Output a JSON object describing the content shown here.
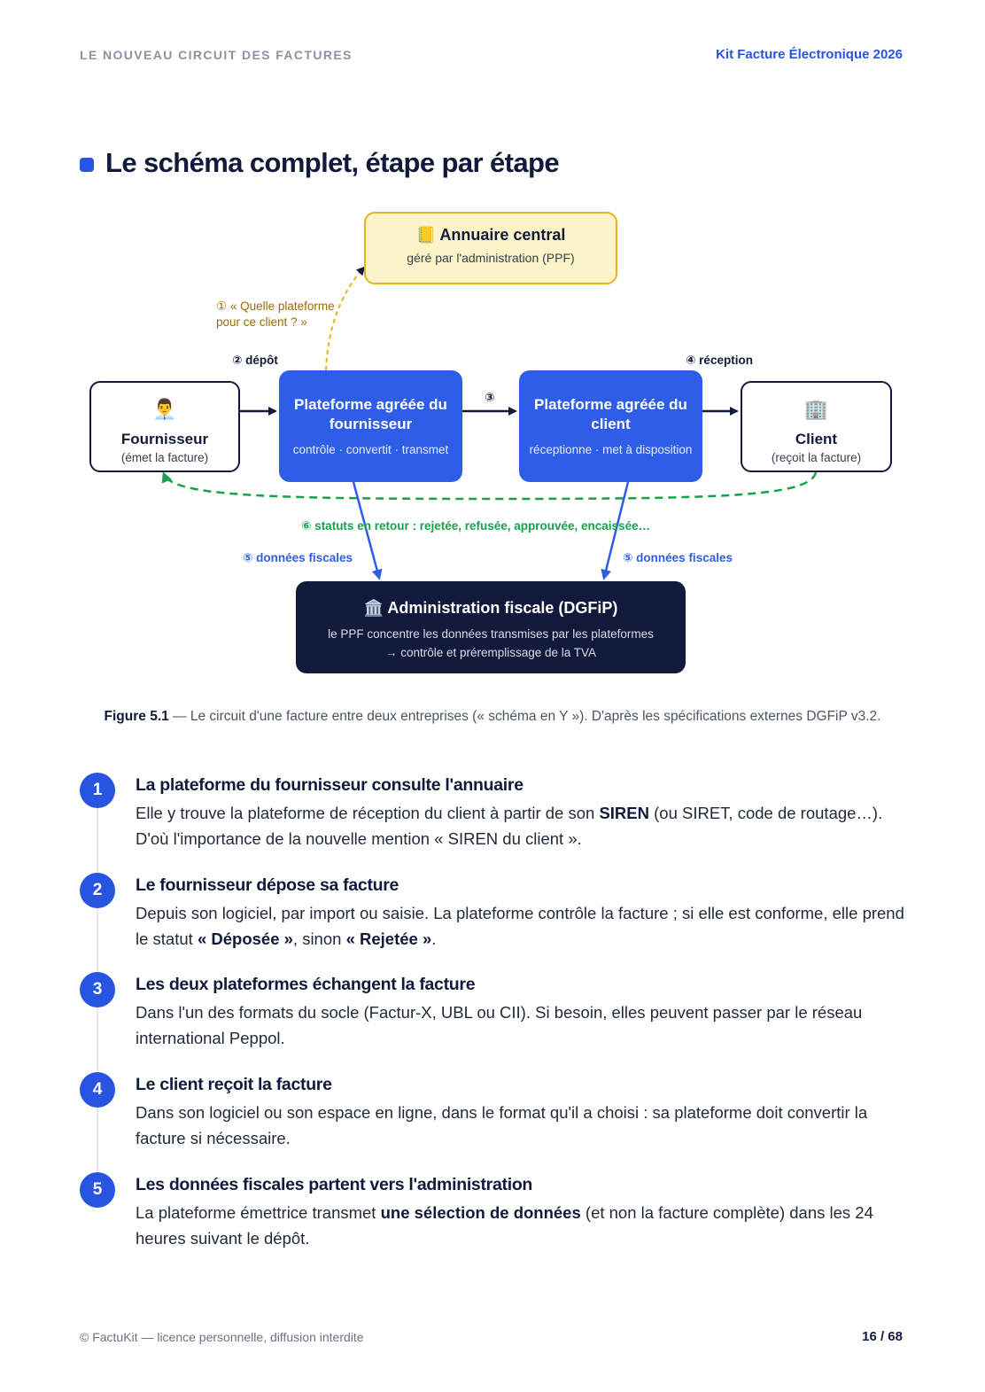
{
  "header": {
    "section": "LE NOUVEAU CIRCUIT DES FACTURES",
    "kit": "Kit Facture Électronique 2026"
  },
  "title": "Le schéma complet, étape par étape",
  "diagram": {
    "annuaire": {
      "icon": "📒",
      "title": "Annuaire central",
      "sub": "géré par l'administration (PPF)"
    },
    "fournisseur": {
      "icon": "👨‍💼",
      "title": "Fournisseur",
      "sub": "(émet la facture)"
    },
    "client": {
      "icon": "🏢",
      "title": "Client",
      "sub": "(reçoit la facture)"
    },
    "pf_fournisseur": {
      "title": "Plateforme agréée du fournisseur",
      "sub": "contrôle · convertit · transmet"
    },
    "pf_client": {
      "title": "Plateforme agréée du client",
      "sub": "réceptionne · met à disposition"
    },
    "dgfip": {
      "icon": "🏛️",
      "title": "Administration fiscale (DGFiP)",
      "sub1": "le PPF concentre les données transmises par les plateformes",
      "sub2": "→ contrôle et préremplissage de la TVA"
    },
    "label_q1": "① « Quelle plateforme",
    "label_q2": "pour ce client ? »",
    "label_depot": "② dépôt",
    "label_3": "③",
    "label_reception": "④ réception",
    "label_statuts": "⑥ statuts en retour : rejetée, refusée, approuvée, encaissée…",
    "label_fiscales_left": "⑤ données fiscales",
    "label_fiscales_right": "⑤ données fiscales",
    "colors": {
      "blue": "#2f5ee6",
      "navy": "#111a3a",
      "yellow": "#e3b421",
      "green": "#14a34a"
    }
  },
  "caption": {
    "label": "Figure 5.1",
    "text": " — Le circuit d'une facture entre deux entreprises (« schéma en Y »). D'après les spécifications externes DGFiP v3.2."
  },
  "steps": [
    {
      "num": "1",
      "title": "La plateforme du fournisseur consulte l'annuaire",
      "p1": "Elle y trouve la plateforme de réception du client à partir de son ",
      "b1": "SIREN",
      "p2": " (ou SIRET, code de routage…). D'où l'importance de la nouvelle mention « SIREN du client »."
    },
    {
      "num": "2",
      "title": "Le fournisseur dépose sa facture",
      "p1": "Depuis son logiciel, par import ou saisie. La plateforme contrôle la facture ; si elle est conforme, elle prend le statut ",
      "b1": "« Déposée »",
      "p2": ", sinon ",
      "b2": "« Rejetée »",
      "p3": "."
    },
    {
      "num": "3",
      "title": "Les deux plateformes échangent la facture",
      "p1": "Dans l'un des formats du socle (Factur-X, UBL ou CII). Si besoin, elles peuvent passer par le réseau international Peppol."
    },
    {
      "num": "4",
      "title": "Le client reçoit la facture",
      "p1": "Dans son logiciel ou son espace en ligne, dans le format qu'il a choisi : sa plateforme doit convertir la facture si nécessaire."
    },
    {
      "num": "5",
      "title": "Les données fiscales partent vers l'administration",
      "p1": "La plateforme émettrice transmet ",
      "b1": "une sélection de données",
      "p2": " (et non la facture complète) dans les 24 heures suivant le dépôt."
    }
  ],
  "footer": {
    "copyright": "© FactuKit — licence personnelle, diffusion interdite",
    "page": "16 / 68"
  }
}
